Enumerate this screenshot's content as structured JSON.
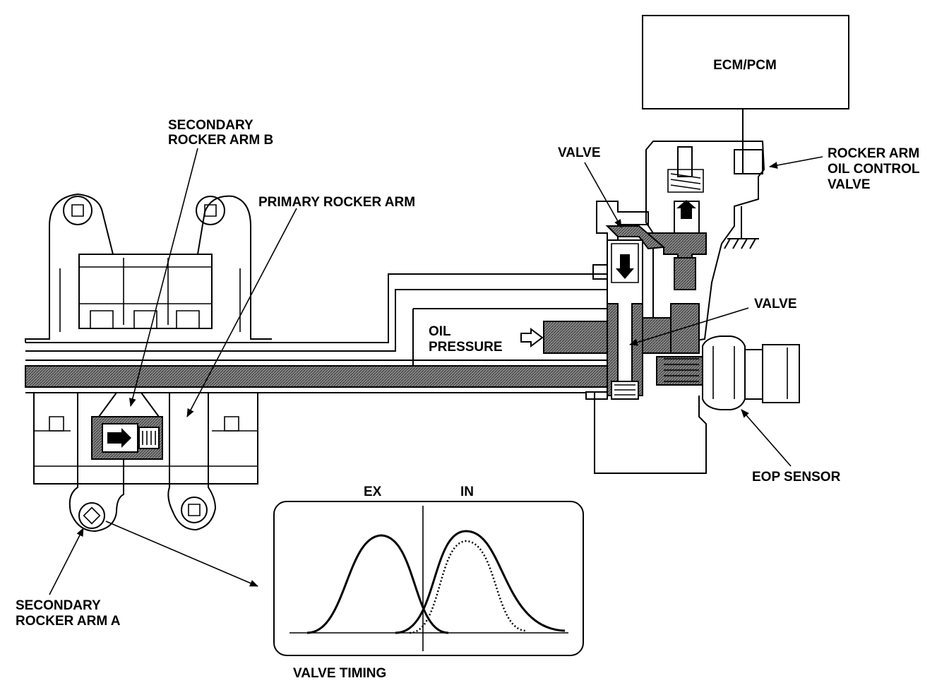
{
  "labels": {
    "ecm": "ECM/PCM",
    "secondary_b_line1": "SECONDARY",
    "secondary_b_line2": "ROCKER ARM B",
    "primary": "PRIMARY ROCKER ARM",
    "valve_top": "VALVE",
    "rocker_oil_line1": "ROCKER ARM",
    "rocker_oil_line2": "OIL CONTROL",
    "rocker_oil_line3": "VALVE",
    "valve_mid": "VALVE",
    "oil_line1": "OIL",
    "oil_line2": "PRESSURE",
    "eop": "EOP SENSOR",
    "secondary_a_line1": "SECONDARY",
    "secondary_a_line2": "ROCKER ARM A",
    "ex": "EX",
    "in": "IN",
    "valve_timing": "VALVE TIMING"
  },
  "colors": {
    "ink": "#000000",
    "paper": "#ffffff",
    "hatch": "#555555"
  }
}
